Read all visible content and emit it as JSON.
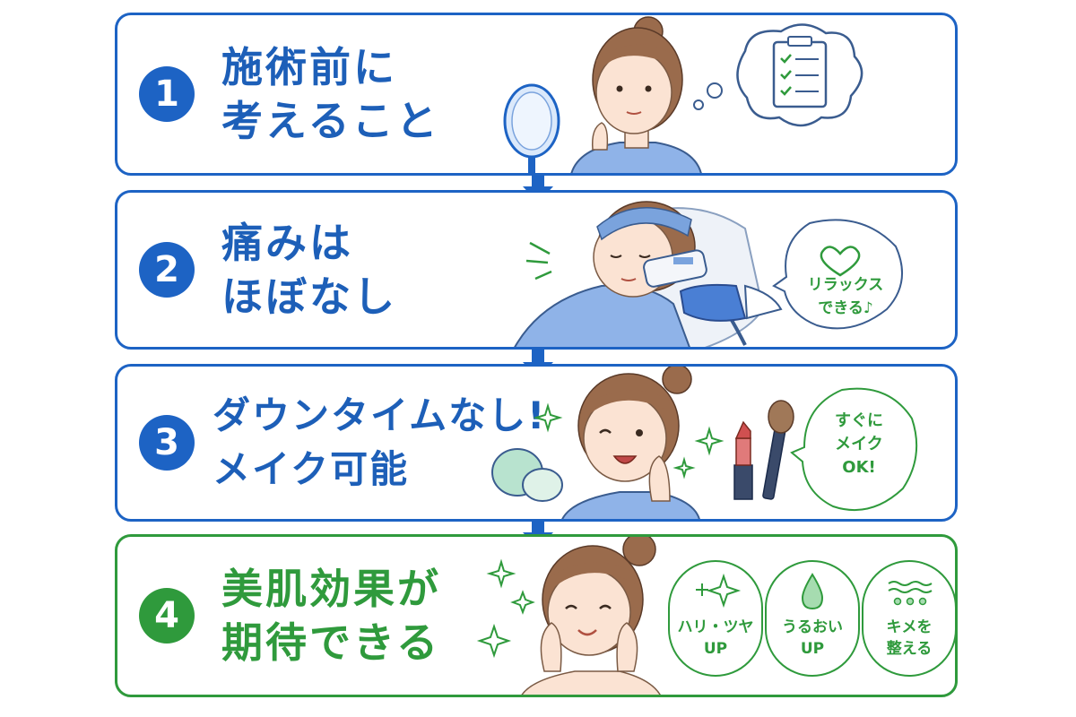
{
  "steps": [
    {
      "number": "1",
      "line1": "施術前に",
      "line2": "考えること"
    },
    {
      "number": "2",
      "line1": "痛みは",
      "line2": "ほぼなし",
      "bubble_line1": "リラックス",
      "bubble_line2": "できる♪"
    },
    {
      "number": "3",
      "line1": "ダウンタイムなし!",
      "line2": "メイク可能",
      "bubble_line1": "すぐに",
      "bubble_line2": "メイク",
      "bubble_line3": "OK!"
    },
    {
      "number": "4",
      "line1": "美肌効果が",
      "line2": "期待できる",
      "badges": [
        {
          "line1": "ハリ・ツヤ",
          "line2": "UP"
        },
        {
          "line1": "うるおい",
          "line2": "UP"
        },
        {
          "line1": "キメを",
          "line2": "整える"
        }
      ]
    }
  ],
  "icons": [
    "clipboard-checklist-icon",
    "hand-mirror-icon",
    "heart-icon",
    "laser-device-icon",
    "lipstick-icon",
    "makeup-brush-icon",
    "compact-mirror-icon",
    "sparkle-icon",
    "water-drop-icon",
    "skin-texture-icon"
  ],
  "colors": {
    "blue": "#1d63c4",
    "green": "#2f9a3c",
    "skin": "#fbe3d3",
    "hair": "#9a6b4c",
    "clothes": "#8fb3e8"
  }
}
